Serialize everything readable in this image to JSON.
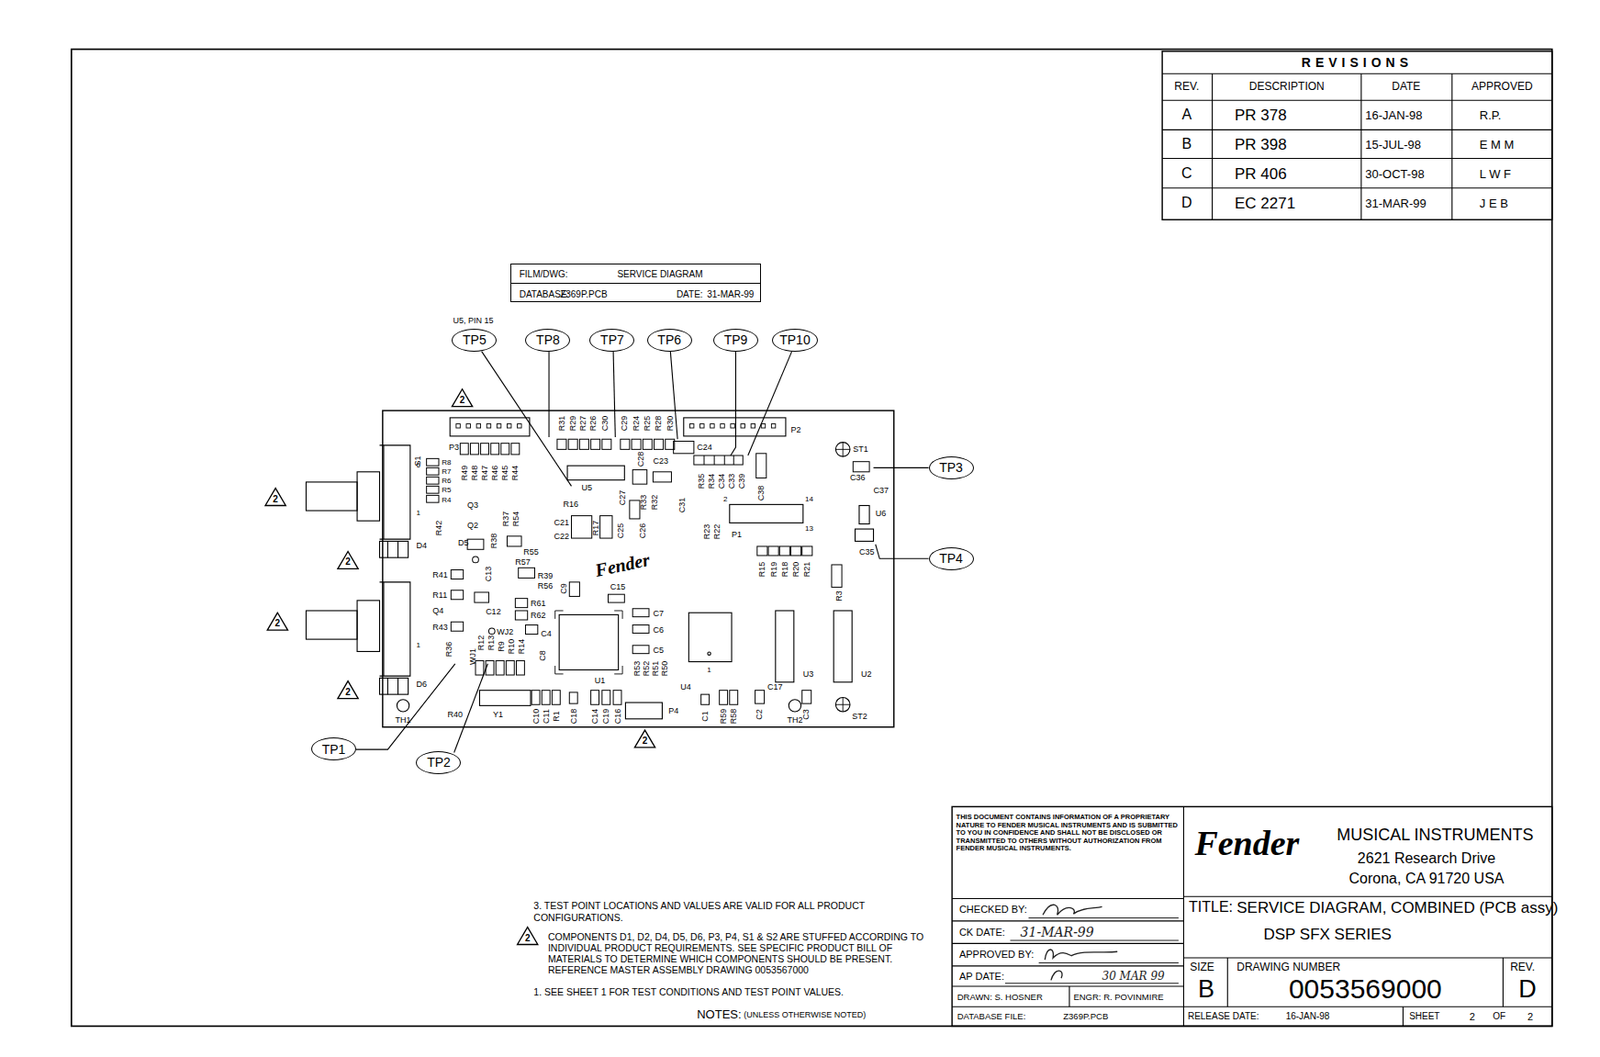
{
  "diagram": {
    "nodes": [
      {
        "text": [
          "FILM/DWG:",
          "SERVICE DIAGRAM",
          "DATABASE:",
          "Z369P.PCB",
          "DATE:",
          "31-MAR-99"
        ]
      },
      {
        "text": [
          "TP5"
        ]
      },
      {
        "text": [
          "TP8"
        ]
      },
      {
        "text": [
          "TP7"
        ]
      },
      {
        "text": [
          "TP6"
        ]
      },
      {
        "text": [
          "TP9"
        ]
      },
      {
        "text": [
          "TP10"
        ]
      },
      {
        "text": [
          "TP3"
        ]
      },
      {
        "text": [
          "TP4"
        ]
      },
      {
        "text": [
          "TP1"
        ]
      },
      {
        "text": [
          "TP2"
        ]
      }
    ],
    "labels": [
      "REVISIONS",
      "REV.",
      "DESCRIPTION",
      "DATE",
      "APPROVED",
      "A",
      "PR 378",
      "16-JAN-98",
      "R.P.",
      "B",
      "PR 398",
      "15-JUL-98",
      "E M M",
      "C",
      "PR 406",
      "30-OCT-98",
      "L W F",
      "D",
      "EC 2271",
      "31-MAR-99",
      "J E B",
      "U5, PIN 15",
      "2",
      "2",
      "2",
      "2",
      "2",
      "2",
      "S1",
      "P3",
      "R49",
      "R48",
      "R47",
      "R46",
      "R45",
      "R44",
      "R8",
      "R7",
      "R6",
      "R5",
      "R4",
      "6",
      "1",
      "Q3",
      "Q2",
      "R42",
      "R37",
      "R54",
      "R38",
      "D4",
      "D5",
      "R55",
      "R57",
      "R39",
      "R56",
      "R41",
      "C13",
      "R11",
      "C12",
      "Q4",
      "R61",
      "R62",
      "R43",
      "WJ2",
      "1",
      "R36",
      "WJ1",
      "R12",
      "R13",
      "R9",
      "R10",
      "R14",
      "C4",
      "C8",
      "D6",
      "TH1",
      "R40",
      "Y1",
      "C10",
      "C11",
      "R1",
      "C18",
      "C14",
      "C19",
      "C16",
      "U1",
      "P4",
      "U4",
      "1",
      "C1",
      "R59",
      "R58",
      "C2",
      "C17",
      "TH2",
      "C3",
      "ST2",
      "ST1",
      "C36",
      "C37",
      "U6",
      "C35",
      "P2",
      "U3",
      "U2",
      "R3",
      "R15",
      "R19",
      "R18",
      "R20",
      "R21",
      "P1",
      "2",
      "14",
      "13",
      "R23",
      "R22",
      "C38",
      "R35",
      "R34",
      "C34",
      "C33",
      "C39",
      "C24",
      "R31",
      "R29",
      "R27",
      "R26",
      "C30",
      "C29",
      "R24",
      "R25",
      "R28",
      "R30",
      "C23",
      "C28",
      "C27",
      "U5",
      "R33",
      "R32",
      "C31",
      "R16",
      "C21",
      "C22",
      "R17",
      "C25",
      "C26",
      "C9",
      "C15",
      "C7",
      "C6",
      "C5",
      "R53",
      "R52",
      "R51",
      "R50",
      "Fender",
      "3. TEST POINT LOCATIONS AND VALUES ARE VALID FOR ALL PRODUCT CONFIGURATIONS.",
      "2",
      "COMPONENTS D1, D2, D4, D5, D6, P3, P4, S1 & S2 ARE STUFFED ACCORDING TO INDIVIDUAL PRODUCT REQUIREMENTS. SEE SPECIFIC PRODUCT BILL OF MATERIALS TO DETERMINE WHICH COMPONENTS SHOULD BE PRESENT. REFERENCE MASTER ASSEMBLY DRAWING 0053567000",
      "1. SEE SHEET 1 FOR TEST CONDITIONS AND TEST POINT VALUES.",
      "NOTES:",
      "(UNLESS OTHERWISE NOTED)",
      "THIS DOCUMENT CONTAINS INFORMATION OF A PROPRIETARY NATURE TO FENDER MUSICAL INSTRUMENTS AND IS SUBMITTED TO YOU IN CONFIDENCE AND SHALL NOT BE DISCLOSED OR TRANSMITTED TO OTHERS WITHOUT AUTHORIZATION FROM FENDER MUSICAL INSTRUMENTS.",
      "CHECKED BY:",
      "CK DATE:",
      "31-MAR-99",
      "APPROVED BY:",
      "AP DATE:",
      "30 MAR 99",
      "DRAWN: S. HOSNER",
      "ENGR: R. POVINMIRE",
      "DATABASE FILE:",
      "Z369P.PCB",
      "Fender",
      "MUSICAL INSTRUMENTS",
      "2621 Research Drive",
      "Corona, CA 91720 USA",
      "TITLE:",
      "SERVICE DIAGRAM, COMBINED (PCB assy)",
      "DSP SFX SERIES",
      "SIZE",
      "B",
      "DRAWING NUMBER",
      "0053569000",
      "REV.",
      "D",
      "RELEASE DATE:",
      "16-JAN-98",
      "SHEET",
      "2",
      "OF",
      "2"
    ]
  }
}
